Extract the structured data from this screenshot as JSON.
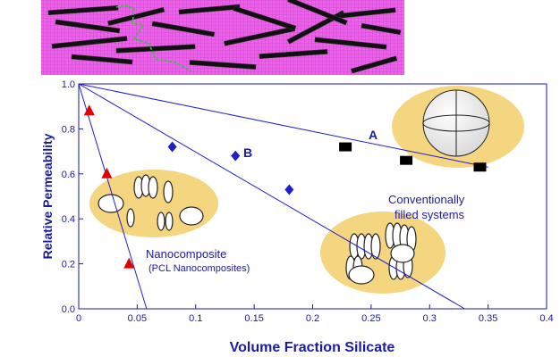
{
  "chart_data": {
    "type": "scatter",
    "xlabel": "Volume Fraction Silicate",
    "ylabel": "Relative Permeability",
    "xlim": [
      0,
      0.4
    ],
    "ylim": [
      0,
      1.0
    ],
    "x_ticks": [
      "0",
      "0.05",
      "0.1",
      "0.15",
      "0.2",
      "0.25",
      "0.3",
      "0.35",
      "0.4"
    ],
    "y_ticks": [
      "0.0",
      "0.2",
      "0.4",
      "0.6",
      "0.8",
      "1.0"
    ],
    "grid": false,
    "series": [
      {
        "marker": "triangle",
        "color": "#e00000",
        "points": [
          [
            0.009,
            0.88
          ],
          [
            0.024,
            0.6
          ],
          [
            0.043,
            0.2
          ]
        ]
      },
      {
        "marker": "diamond",
        "color": "#1f1fc8",
        "points": [
          [
            0.08,
            0.72
          ],
          [
            0.134,
            0.68
          ],
          [
            0.18,
            0.53
          ]
        ]
      },
      {
        "marker": "square",
        "color": "#000000",
        "points": [
          [
            0.228,
            0.72
          ],
          [
            0.28,
            0.66
          ],
          [
            0.343,
            0.63
          ]
        ]
      }
    ],
    "lines": [
      {
        "color": "#1f1fc8",
        "from": [
          0,
          1.0
        ],
        "to": [
          0.35,
          0.63
        ]
      },
      {
        "color": "#1f1fc8",
        "from": [
          0,
          1.0
        ],
        "to": [
          0.33,
          0.0
        ]
      },
      {
        "color": "#1f1fc8",
        "from": [
          0,
          1.0
        ],
        "to": [
          0.058,
          0.0
        ]
      }
    ],
    "annotations": {
      "curve_a": "A",
      "curve_b": "B",
      "conventional_line1": "Conventionally",
      "conventional_line2": "filled systems",
      "nanocomposite": "Nanocomposite",
      "pcl": "(PCL Nanocomposites)"
    }
  },
  "colors": {
    "axis": "#1a1aa6",
    "inset_background": "#f060ee",
    "inset_grid": "#b43cb4",
    "platelet": "#111111",
    "path": "#22cc33",
    "blob": "#f5d680"
  }
}
